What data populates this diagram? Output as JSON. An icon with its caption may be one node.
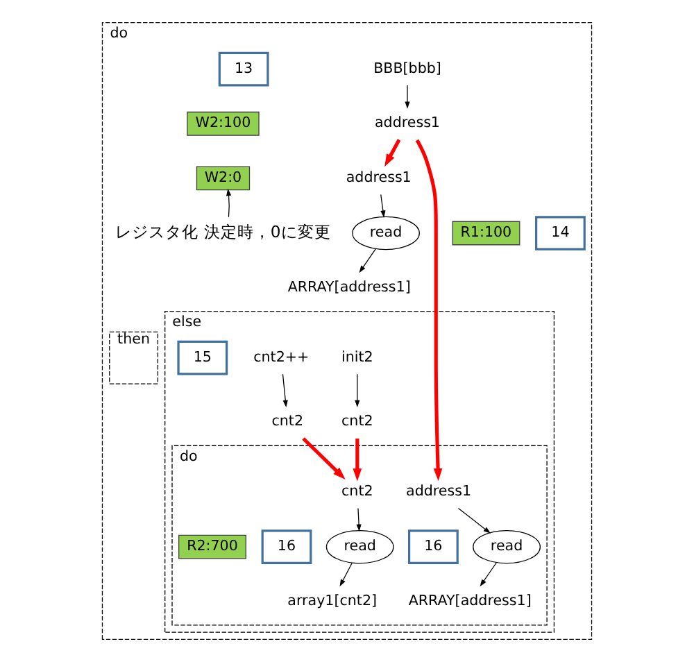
{
  "diagram": {
    "nodes": [
      {
        "text": [
          "do"
        ]
      },
      {
        "text": [
          "address1"
        ],
        "in": 0
      },
      {
        "text": [
          "read"
        ],
        "in": 0
      },
      {
        "text": [
          "ARRAY[address1]"
        ],
        "in": 0
      },
      {
        "text": [
          "14"
        ],
        "in": 0
      },
      {
        "text": [
          "R1:100"
        ],
        "in": 0
      },
      {
        "text": [
          "BBB[bbb]"
        ],
        "in": 0
      },
      {
        "text": [
          "13"
        ],
        "in": 0
      },
      {
        "text": [
          "address1"
        ],
        "in": 0
      },
      {
        "text": [
          "W2:100"
        ],
        "in": 0
      },
      {
        "text": [
          "W2:0"
        ],
        "in": 0
      },
      {
        "text": [
          "then"
        ],
        "in": 0
      },
      {
        "text": [
          "else"
        ],
        "in": 0
      },
      {
        "text": [
          "init2"
        ],
        "in": 12
      },
      {
        "text": [
          "cnt2++"
        ],
        "in": 12
      },
      {
        "text": [
          "15"
        ],
        "in": 12
      },
      {
        "text": [
          "cnt2"
        ],
        "in": 12
      },
      {
        "text": [
          "cnt2"
        ],
        "in": 12
      },
      {
        "text": [
          "do"
        ],
        "in": 12
      },
      {
        "text": [
          "cnt2"
        ],
        "in": 18
      },
      {
        "text": [
          "read"
        ],
        "in": 18
      },
      {
        "text": [
          "array1[cnt2]"
        ],
        "in": 18
      },
      {
        "text": [
          "16"
        ],
        "in": 18
      },
      {
        "text": [
          "address1"
        ],
        "in": 18
      },
      {
        "text": [
          "read"
        ],
        "in": 18
      },
      {
        "text": [
          "ARRAY[address1]"
        ],
        "in": 18
      },
      {
        "text": [
          "16"
        ],
        "in": 18
      },
      {
        "text": [
          "R2:700"
        ],
        "in": 18
      },
      {
        "text": [
          "レジスタ化 決定時，0に変更"
        ],
        "in": 0
      }
    ],
    "edges": [
      {
        "from": 6,
        "to": 8,
        "arrow": "to"
      },
      {
        "from": 8,
        "to": 1,
        "arrow": "to",
        "style": "thick",
        "color": "#ff0000"
      },
      {
        "from": 1,
        "to": 2,
        "arrow": "to"
      },
      {
        "from": 2,
        "to": 3,
        "arrow": "to"
      },
      {
        "from": 28,
        "to": 10,
        "arrow": "to"
      },
      {
        "from": 8,
        "to": 23,
        "arrow": "to",
        "style": "thick",
        "color": "#ff0000"
      },
      {
        "from": 13,
        "to": 16,
        "arrow": "to"
      },
      {
        "from": 14,
        "to": 17,
        "arrow": "to"
      },
      {
        "from": 16,
        "to": 19,
        "arrow": "to",
        "style": "thick",
        "color": "#ff0000"
      },
      {
        "from": 17,
        "to": 19,
        "arrow": "to",
        "style": "thick",
        "color": "#ff0000"
      },
      {
        "from": 19,
        "to": 20,
        "arrow": "to"
      },
      {
        "from": 20,
        "to": 21,
        "arrow": "to"
      },
      {
        "from": 23,
        "to": 24,
        "arrow": "to"
      },
      {
        "from": 24,
        "to": 25,
        "arrow": "to"
      }
    ]
  }
}
